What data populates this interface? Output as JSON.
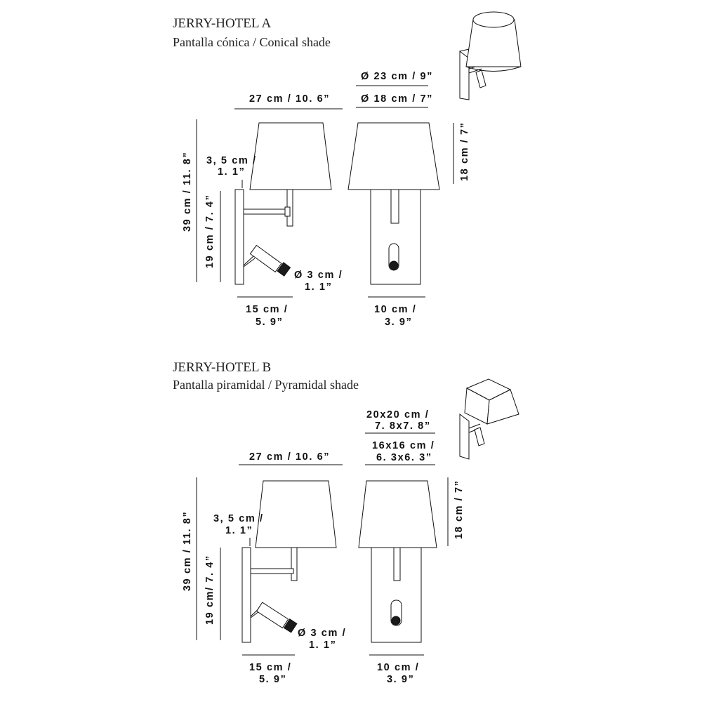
{
  "lamps": [
    {
      "title": "JERRY-HOTEL A",
      "subtitle": "Pantalla cónica / Conical shade",
      "dims": {
        "shade_top_1": "Ø 23  cm /   9”",
        "shade_top_2": "Ø 18  cm /   7”",
        "width_total": "27  cm /  10. 6”",
        "height_total": "39  cm /  11. 8”",
        "height_plate": "19  cm /  7. 4”",
        "shade_height": "18 cm /  7”",
        "arm_gap_1": "3, 5  cm /",
        "arm_gap_2": "1. 1”",
        "reader_1": "Ø 3  cm /",
        "reader_2": "1. 1”",
        "depth_1": "15  cm /",
        "depth_2": "5. 9”",
        "plate_1": "10  cm /",
        "plate_2": "3. 9”"
      }
    },
    {
      "title": "JERRY-HOTEL B",
      "subtitle": "Pantalla piramidal / Pyramidal shade",
      "dims": {
        "shade_top_1a": "20x20  cm /",
        "shade_top_1b": "7. 8x7. 8”",
        "shade_top_2a": "16x16  cm /",
        "shade_top_2b": "6. 3x6. 3”",
        "width_total": "27  cm /  10. 6”",
        "height_total": "39 cm /  11. 8”",
        "height_plate": "19 cm/  7. 4”",
        "shade_height": "18 cm /  7”",
        "arm_gap_1": "3, 5  cm /",
        "arm_gap_2": "1. 1”",
        "reader_1": "Ø 3  cm /",
        "reader_2": "1. 1”",
        "depth_1": "15  cm /",
        "depth_2": "5. 9”",
        "plate_1": "10  cm /",
        "plate_2": "3. 9”"
      }
    }
  ],
  "icons": [
    "conical-lamp-perspective-icon",
    "pyramidal-lamp-perspective-icon"
  ]
}
